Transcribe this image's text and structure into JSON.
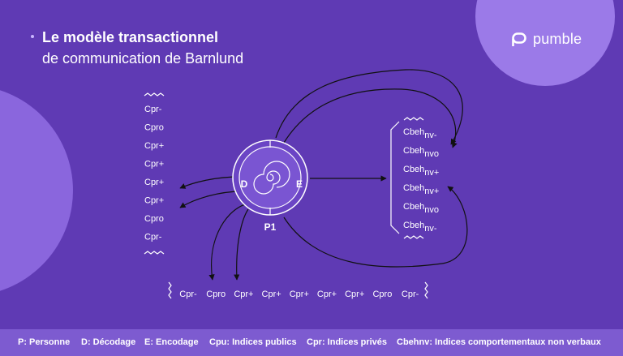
{
  "title": {
    "line1": "Le modèle transactionnel",
    "line2": "de communication de Barnlund"
  },
  "brand": {
    "name": "pumble",
    "logo_icon": "pumble-logo-icon"
  },
  "colors": {
    "background": "#5f3ab4",
    "blob": "#9b7ae8",
    "footer": "#7d5bd0",
    "text": "#ffffff",
    "line": "#111111"
  },
  "person": {
    "label": "P1",
    "left_letter": "D",
    "right_letter": "E"
  },
  "left_cues": [
    "Cpr-",
    "Cpro",
    "Cpr+",
    "Cpr+",
    "Cpr+",
    "Cpr+",
    "Cpro",
    "Cpr-"
  ],
  "bottom_cues": [
    "Cpr-",
    "Cpro",
    "Cpr+",
    "Cpr+",
    "Cpr+",
    "Cpr+",
    "Cpr+",
    "Cpro",
    "Cpr-"
  ],
  "right_cues": [
    {
      "base": "Cbeh",
      "sub": "nv-"
    },
    {
      "base": "Cbeh",
      "sub": "nvo"
    },
    {
      "base": "Cbeh",
      "sub": "nv+"
    },
    {
      "base": "Cbeh",
      "sub": "nv+"
    },
    {
      "base": "Cbeh",
      "sub": "nvo"
    },
    {
      "base": "Cbeh",
      "sub": "nv-"
    }
  ],
  "legend": [
    "P: Personne",
    "D: Décodage",
    "E: Encodage",
    "Cpu: Indices publics",
    "Cpr: Indices privés",
    "Cbehnv: Indices comportementaux non verbaux"
  ]
}
